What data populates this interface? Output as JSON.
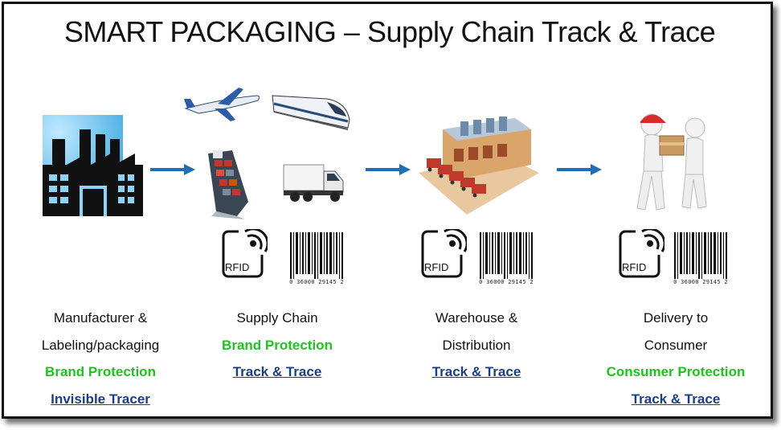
{
  "title": "SMART PACKAGING – Supply Chain Track & Trace",
  "colors": {
    "green": "#1fc21f",
    "link": "#1c3e82",
    "arrow": "#1f6fb5"
  },
  "stages": [
    {
      "lines": [
        "Manufacturer &",
        "Labeling/packaging"
      ],
      "highlight": "Brand Protection",
      "link": "Invisible Tracer"
    },
    {
      "lines": [
        "Supply Chain"
      ],
      "highlight": "Brand Protection",
      "link": "Track & Trace"
    },
    {
      "lines": [
        "Warehouse &",
        "Distribution"
      ],
      "link": "Track & Trace"
    },
    {
      "lines": [
        "Delivery to",
        "Consumer"
      ],
      "highlight": "Consumer Protection",
      "link": "Track & Trace"
    }
  ],
  "tags": {
    "rfid_label": "RFID",
    "barcode_number": "0  36000 29145  2"
  }
}
